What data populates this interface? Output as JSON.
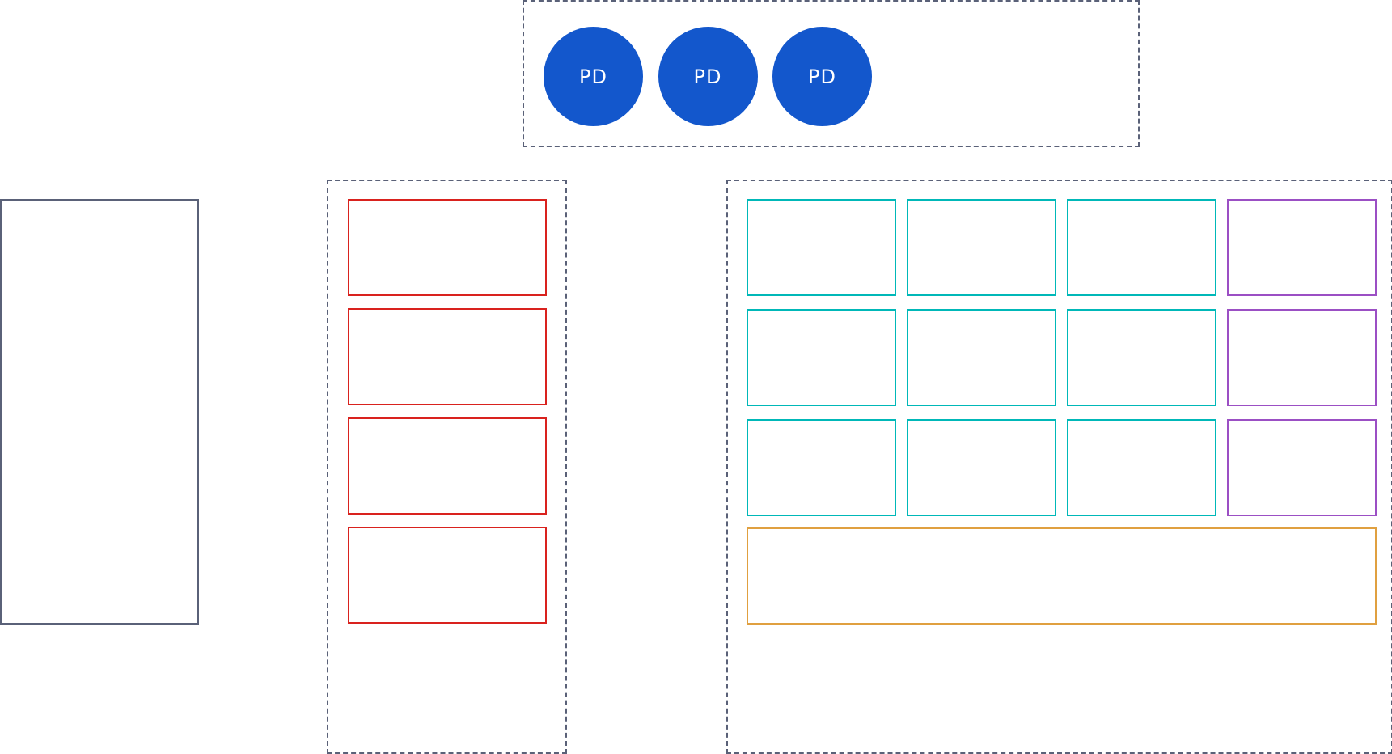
{
  "colors": {
    "container_border": "#5a6178",
    "pd_fill": "#1357cc",
    "pd_text": "#ffffff",
    "red": "#d9221e",
    "teal": "#00b8b8",
    "purple": "#9b4fc4",
    "orange": "#e0a040"
  },
  "top_group": {
    "nodes": [
      {
        "label": "PD"
      },
      {
        "label": "PD"
      },
      {
        "label": "PD"
      }
    ]
  },
  "left_block": {},
  "middle_group": {
    "boxes": [
      {},
      {},
      {},
      {}
    ]
  },
  "right_group": {
    "grid_rows": [
      [
        "teal",
        "teal",
        "teal",
        "purple"
      ],
      [
        "teal",
        "teal",
        "teal",
        "purple"
      ],
      [
        "teal",
        "teal",
        "teal",
        "purple"
      ]
    ],
    "footer_box": "orange"
  }
}
